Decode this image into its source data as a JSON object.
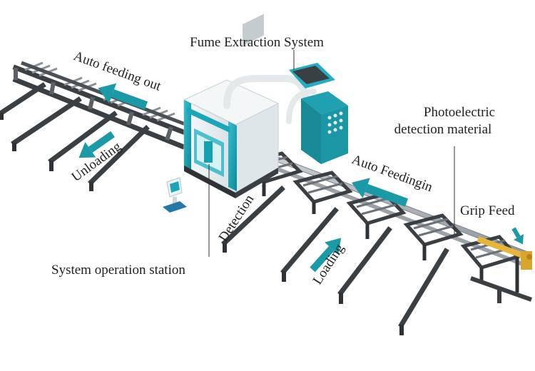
{
  "labels": {
    "fume_extraction": "Fume Extraction System",
    "auto_feeding_out": "Auto feeding out",
    "unloading": "Unloading",
    "photoelectric_line1": "Photoelectric",
    "photoelectric_line2": "detection material",
    "auto_feedingin": "Auto Feedingin",
    "grip_feed": "Grip Feed",
    "detection": "Detection",
    "loading": "Loading",
    "system_operation_station": "System operation station"
  },
  "colors": {
    "background": "#ffffff",
    "machine_teal": "#1aa6b8",
    "machine_white": "#eef3f5",
    "cabinet_teal": "#1a8f9c",
    "arrow_teal": "#1a9aa6",
    "frame_dark": "#3a3f44",
    "frame_mid": "#5b6167",
    "clamp_yellow": "#e7b53a",
    "leader_line": "#333333"
  },
  "icons": [
    "arrow-icon",
    "clamp-icon"
  ]
}
